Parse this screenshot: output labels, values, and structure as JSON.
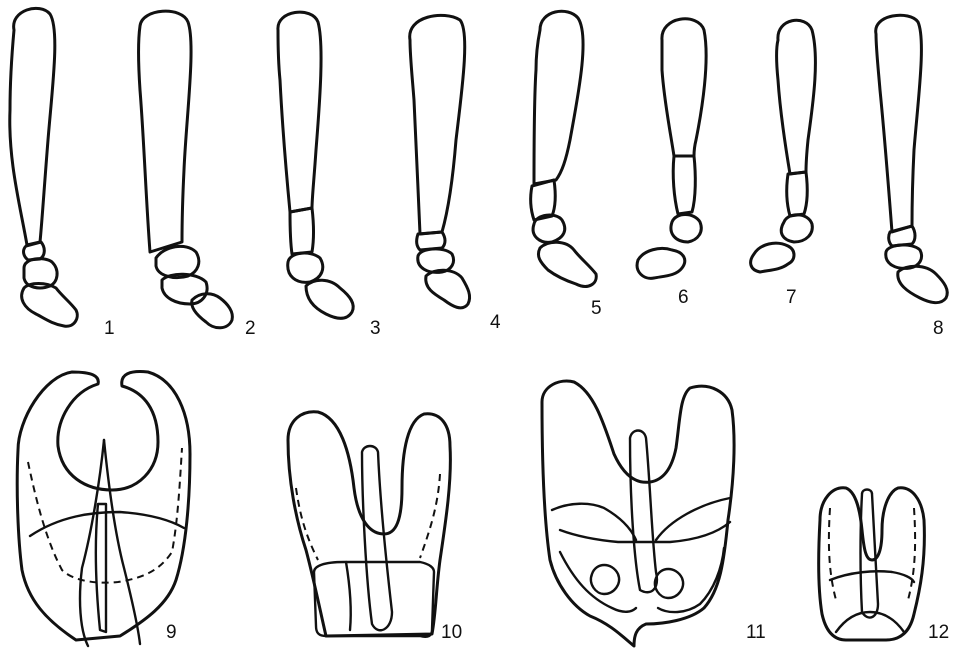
{
  "figures": [
    {
      "label": "1"
    },
    {
      "label": "2"
    },
    {
      "label": "3"
    },
    {
      "label": "4"
    },
    {
      "label": "5"
    },
    {
      "label": "6"
    },
    {
      "label": "7"
    },
    {
      "label": "8"
    },
    {
      "label": "9"
    },
    {
      "label": "10"
    },
    {
      "label": "11"
    },
    {
      "label": "12"
    }
  ]
}
